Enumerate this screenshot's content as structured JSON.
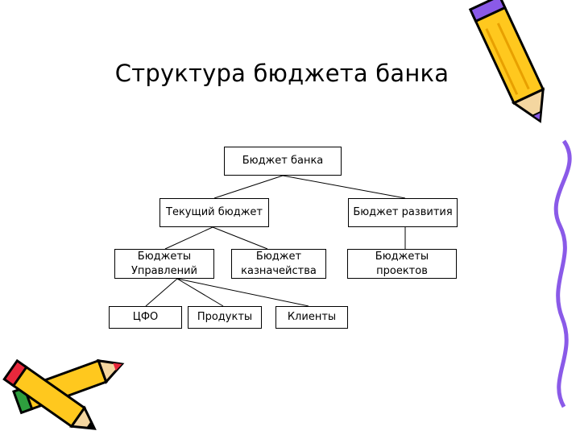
{
  "slide": {
    "title": "Структура бюджета банка"
  },
  "diagram": {
    "root": "Бюджет банка",
    "current_budget": "Текущий бюджет",
    "development_budget": "Бюджет развития",
    "department_budgets": "Бюджеты\nУправлений",
    "treasury_budget": "Бюджет\nказначейства",
    "project_budgets": "Бюджеты\nпроектов",
    "cfo": "ЦФО",
    "products": "Продукты",
    "clients": "Клиенты"
  },
  "decorations": {
    "pencil_colors": {
      "body": "#FFC81E",
      "outline": "#000000",
      "band": "#8A5AE8",
      "tip_red": "#E8283C",
      "eraser_green": "#2E9E3E"
    },
    "squiggle_color": "#8A5AE8"
  }
}
